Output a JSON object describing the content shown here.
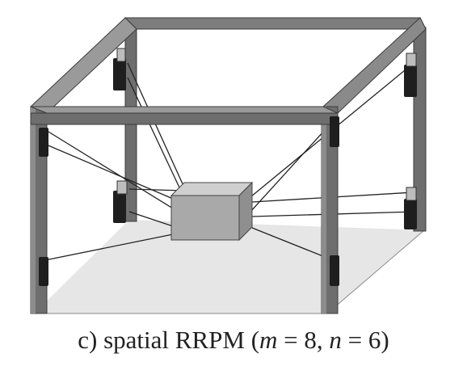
{
  "caption": {
    "prefix": "c) spatial RRPM (",
    "m_var": "m",
    "m_eq": " = 8, ",
    "n_var": "n",
    "n_eq": " = 6)"
  },
  "colors": {
    "frame_face": "#6e6e6e",
    "frame_top": "#9a9a9a",
    "frame_dark": "#3c3c3c",
    "floor": "#e6e6e6",
    "box_front": "#a9a9a9",
    "box_top": "#cfcfcf",
    "box_side": "#8f8f8f",
    "cable": "#222222",
    "winch": "#1e1e1e"
  },
  "icons": [
    "cable-winch-icon"
  ]
}
